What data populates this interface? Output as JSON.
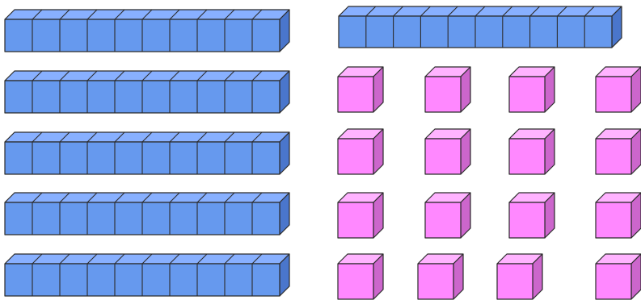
{
  "figure": {
    "description_kind": "base-ten blocks",
    "colors": {
      "rod_front": "#6699ee",
      "rod_top": "#88b0ff",
      "rod_side": "#4a76cc",
      "cube_front": "#ff88ff",
      "cube_top": "#ffb3ff",
      "cube_side": "#cc66cc",
      "outline": "#2b2b2b"
    },
    "ten_rods": {
      "count": 6,
      "units_per_rod": 10
    },
    "unit_cubes": {
      "count": 16
    }
  }
}
